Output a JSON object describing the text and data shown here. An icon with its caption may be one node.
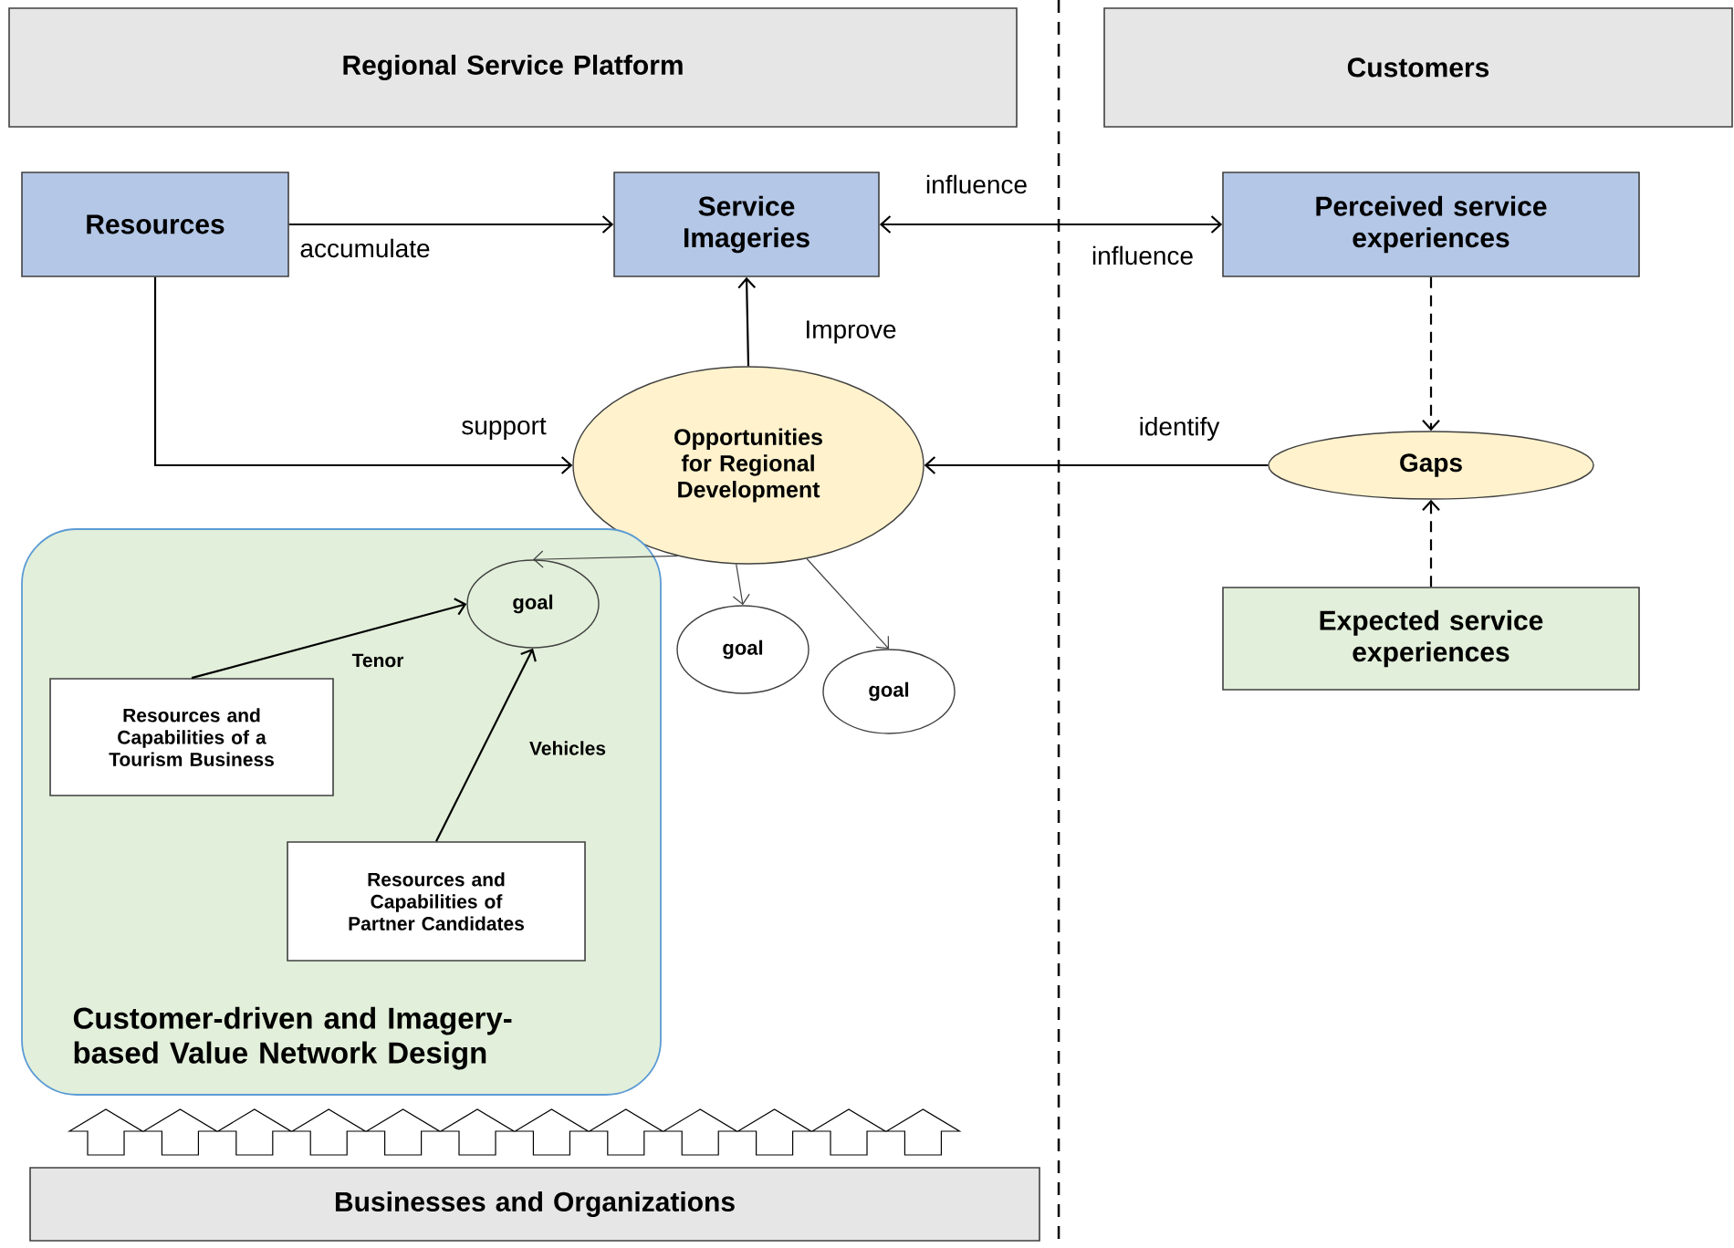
{
  "diagram": {
    "nodes": [
      {
        "text": [
          "Regional Service Platform"
        ]
      },
      {
        "text": [
          "Customers"
        ]
      },
      {
        "text": [
          "Resources"
        ]
      },
      {
        "text": [
          "Service Imageries"
        ]
      },
      {
        "text": [
          "Perceived service experiences"
        ]
      },
      {
        "text": [
          "Opportunities for Regional Development"
        ]
      },
      {
        "text": [
          "Gaps"
        ]
      },
      {
        "text": [
          "Customer-driven and Imagery-based Value Network Design"
        ]
      },
      {
        "text": [
          "goal"
        ],
        "in": 7
      },
      {
        "text": [
          "Resources and Capabilities of a Tourism Business"
        ],
        "in": 7
      },
      {
        "text": [
          "Resources and Capabilities of Partner Candidates"
        ],
        "in": 7
      },
      {
        "text": [
          "goal"
        ]
      },
      {
        "text": [
          "goal"
        ]
      },
      {
        "text": [
          "Expected service experiences"
        ]
      },
      {
        "text": [
          "Businesses and Organizations"
        ]
      }
    ],
    "edges": [
      {
        "from": 2,
        "to": 3,
        "arrow": "to",
        "label": "accumulate"
      },
      {
        "from": 3,
        "to": 4,
        "arrow": "both",
        "label": "influence"
      },
      {
        "from": 2,
        "to": 5,
        "arrow": "to",
        "label": "support"
      },
      {
        "from": 5,
        "to": 3,
        "arrow": "to",
        "label": "Improve"
      },
      {
        "from": 6,
        "to": 5,
        "arrow": "to",
        "label": "identify"
      },
      {
        "from": 4,
        "to": 6,
        "arrow": "to",
        "style": "dashed"
      },
      {
        "from": 13,
        "to": 6,
        "arrow": "to",
        "style": "dashed"
      },
      {
        "from": 5,
        "to": 8,
        "arrow": "to",
        "color": "#404040"
      },
      {
        "from": 5,
        "to": 11,
        "arrow": "to",
        "color": "#404040"
      },
      {
        "from": 5,
        "to": 12,
        "arrow": "to",
        "color": "#404040"
      },
      {
        "from": 9,
        "to": 8,
        "arrow": "to",
        "label": "Tenor"
      },
      {
        "from": 10,
        "to": 8,
        "arrow": "to",
        "label": "Vehicles"
      }
    ],
    "labels": [
      "influence"
    ]
  }
}
